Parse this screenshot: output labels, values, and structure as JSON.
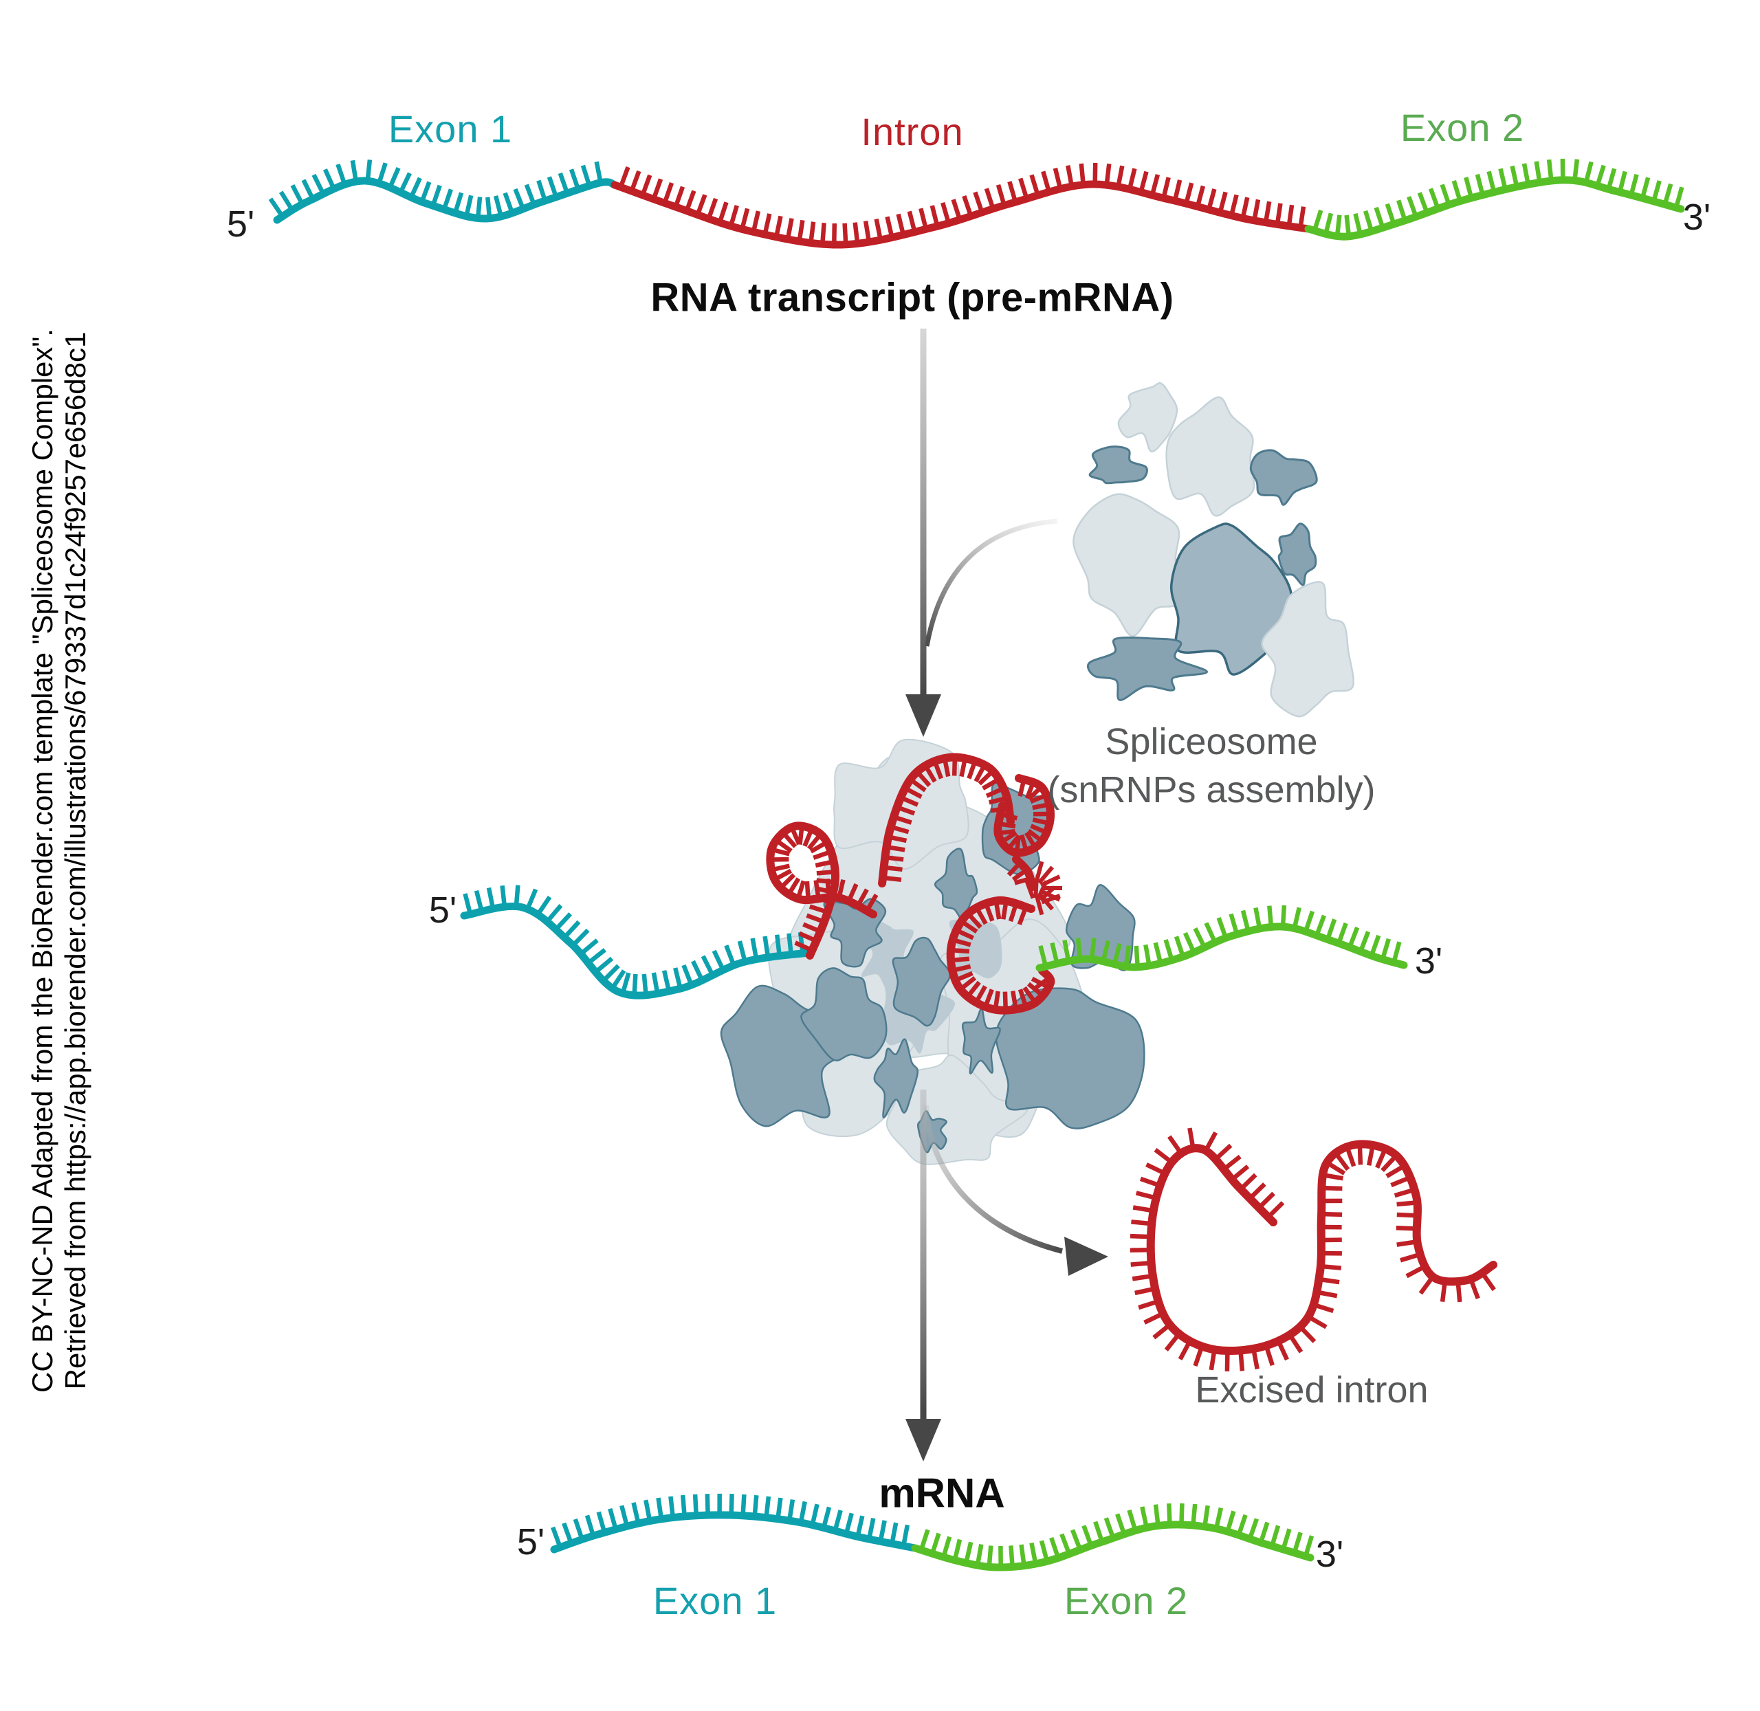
{
  "attribution": {
    "line1": "CC BY-NC-ND Adapted from the BioRender.com template \"Spliceosome Complex\".",
    "line2": "Retrieved from https://app.biorender.com/illustrations/679337d1c24f9257e656d8c1"
  },
  "top": {
    "exon1_label": "Exon 1",
    "intron_label": "Intron",
    "exon2_label": "Exon 2",
    "five_prime": "5'",
    "three_prime": "3'",
    "title": "RNA transcript (pre-mRNA)"
  },
  "middle": {
    "spliceosome_line1": "Spliceosome",
    "spliceosome_line2": "(snRNPs assembly)",
    "five_prime": "5'",
    "three_prime": "3'"
  },
  "excised": {
    "label": "Excised intron"
  },
  "bottom": {
    "title": "mRNA",
    "five_prime": "5'",
    "three_prime": "3'",
    "exon1_label": "Exon 1",
    "exon2_label": "Exon 2"
  },
  "colors": {
    "exon1_strand": "#0da1ae",
    "intron_strand": "#bf2026",
    "exon2_strand": "#58c027",
    "exon1_label": "#14a0ad",
    "intron_label": "#bb2128",
    "exon2_label": "#5aab51",
    "text_dark": "#1c1c1c",
    "text_gray": "#58595a",
    "arrow_dark": "#474747",
    "arrow_light": "#b5b5b5",
    "blob_light_fill": "#dce4e8",
    "blob_light_stroke": "#c5d2d8",
    "blob_mid_fill": "#bccbd3",
    "blob_dark_fill": "#87a3b2",
    "blob_dark_stroke": "#4e7a8e",
    "blob_core_fill": "#9fb5c1",
    "blob_core_stroke": "#39697e"
  }
}
